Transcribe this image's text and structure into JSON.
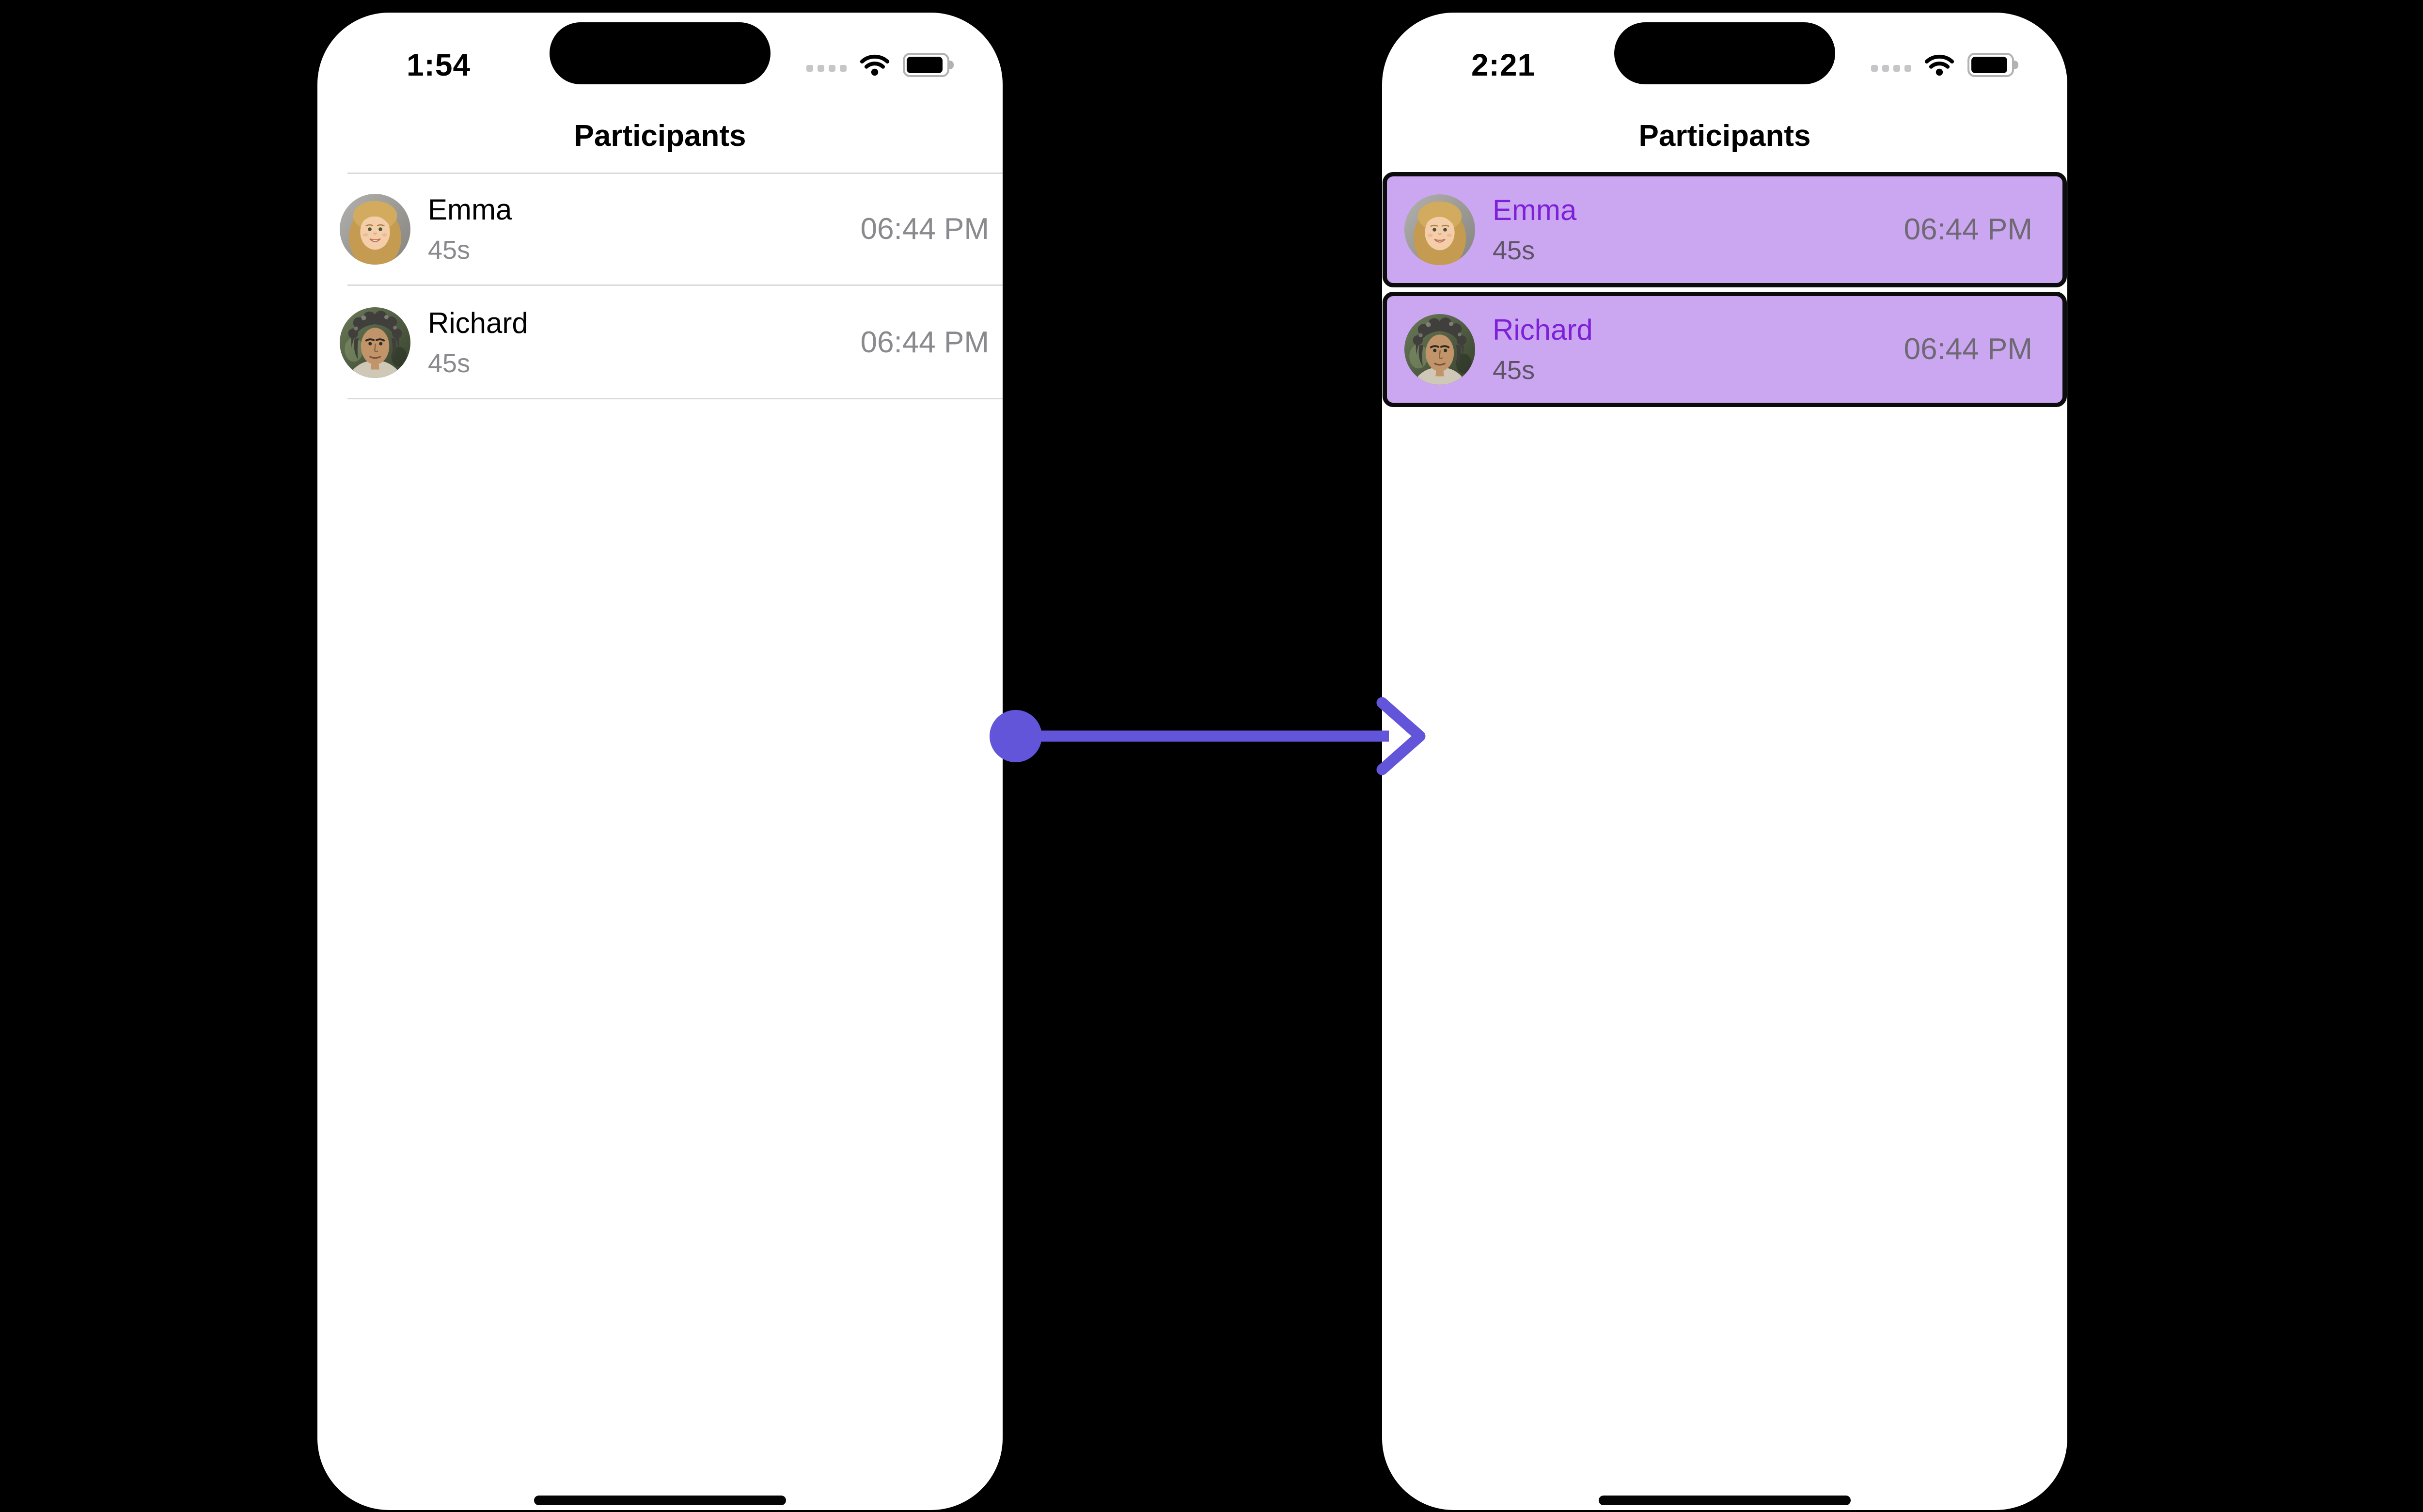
{
  "colors": {
    "highlight_bg": "#cba7f2",
    "highlight_name": "#7d20d8",
    "arrow": "#6355d9"
  },
  "screens": {
    "before": {
      "status": {
        "time": "1:54"
      },
      "title": "Participants",
      "participants": [
        {
          "name": "Emma",
          "duration": "45s",
          "time": "06:44 PM"
        },
        {
          "name": "Richard",
          "duration": "45s",
          "time": "06:44 PM"
        }
      ]
    },
    "after": {
      "status": {
        "time": "2:21"
      },
      "title": "Participants",
      "participants": [
        {
          "name": "Emma",
          "duration": "45s",
          "time": "06:44 PM"
        },
        {
          "name": "Richard",
          "duration": "45s",
          "time": "06:44 PM"
        }
      ]
    }
  },
  "icons": {
    "cellular": "cellular-dots-icon",
    "wifi": "wifi-icon",
    "battery": "battery-icon",
    "dynamic_island": "dynamic-island",
    "home_indicator": "home-indicator",
    "transition": "arrow-right"
  }
}
